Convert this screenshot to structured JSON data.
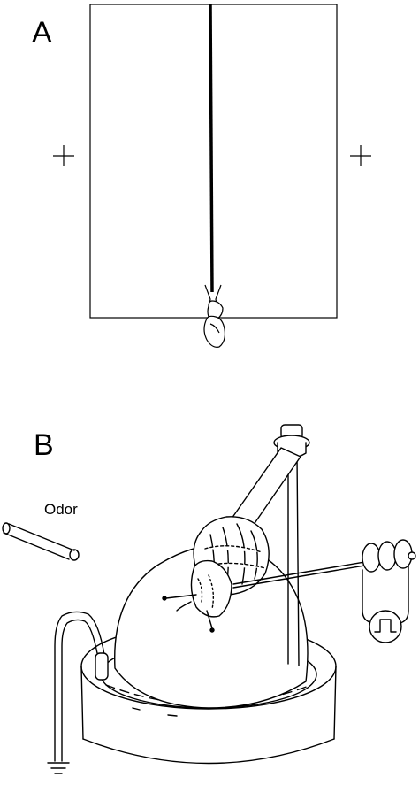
{
  "panel_a": {
    "label": "A"
  },
  "panel_b": {
    "label": "B",
    "odor_label": "Odor"
  },
  "colors": {
    "ink": "#000000",
    "background": "#ffffff"
  }
}
